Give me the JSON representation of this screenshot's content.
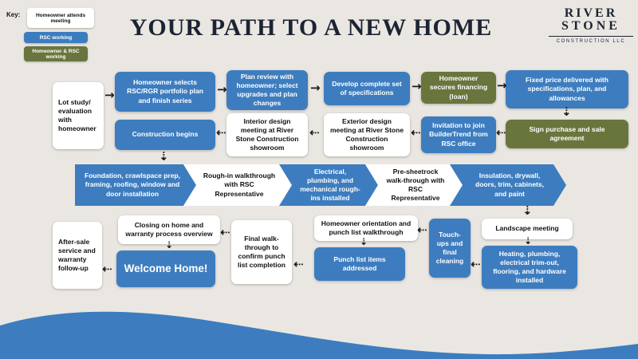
{
  "page": {
    "title": "YOUR PATH TO A NEW HOME"
  },
  "logo": {
    "line1": "RIVER",
    "line2": "STONE",
    "tagline": "CONSTRUCTION LLC"
  },
  "legend": {
    "label": "Key:",
    "items": [
      {
        "text": "Homeowner attends meeting",
        "style": "white"
      },
      {
        "text": "RSC working",
        "style": "blue"
      },
      {
        "text": "Homeowner & RSC working",
        "style": "olive"
      }
    ]
  },
  "colors": {
    "blue": "#3d7dbf",
    "olive": "#68763d",
    "background": "#eae7e2",
    "title": "#1c2433"
  },
  "flow": {
    "lot_study": "Lot study/ evaluation with homeowner",
    "select_plan": "Homeowner selects RSC/RGR portfolio plan and finish series",
    "plan_review": "Plan review with homeowner; select upgrades and plan changes",
    "develop_specs": "Develop complete set of specifications",
    "secure_financing": "Homeowner secures financing (loan)",
    "fixed_price": "Fixed price delivered with specifications, plan, and allowances",
    "sign_purchase": "Sign purchase and sale agreement",
    "buildertrend": "Invitation to join BuilderTrend from RSC office",
    "exterior_design": "Exterior design meeting at River Stone Construction showroom",
    "interior_design": "Interior design meeting at River Stone Construction showroom",
    "construction_begins": "Construction begins",
    "foundation": "Foundation, crawlspace prep, framing, roofing, window and door installation",
    "rough_in": "Rough-in walkthrough with RSC Representative",
    "mech_rough_ins": "Electrical, plumbing, and mechanical rough-ins installed",
    "pre_sheetrock": "Pre-sheetrock walk-through with RSC Representative",
    "insulation": "Insulation, drywall, doors, trim, cabinets, and paint",
    "landscape": "Landscape meeting",
    "trim_out": "Heating, plumbing, electrical trim-out, flooring, and hardware installed",
    "touch_ups": "Touch-ups and final cleaning",
    "orientation": "Homeowner orientation and punch list walkthrough",
    "punch_list": "Punch list items addressed",
    "final_walkthrough": "Final walk-through to confirm punch list completion",
    "closing": "Closing on home and warranty process overview",
    "welcome_home": "Welcome Home!",
    "after_sale": "After-sale service and warranty follow-up"
  },
  "icons": {
    "arrow_right": "→",
    "arrow_dashed_left": "⇠",
    "arrow_dashed_down": "⇣"
  }
}
